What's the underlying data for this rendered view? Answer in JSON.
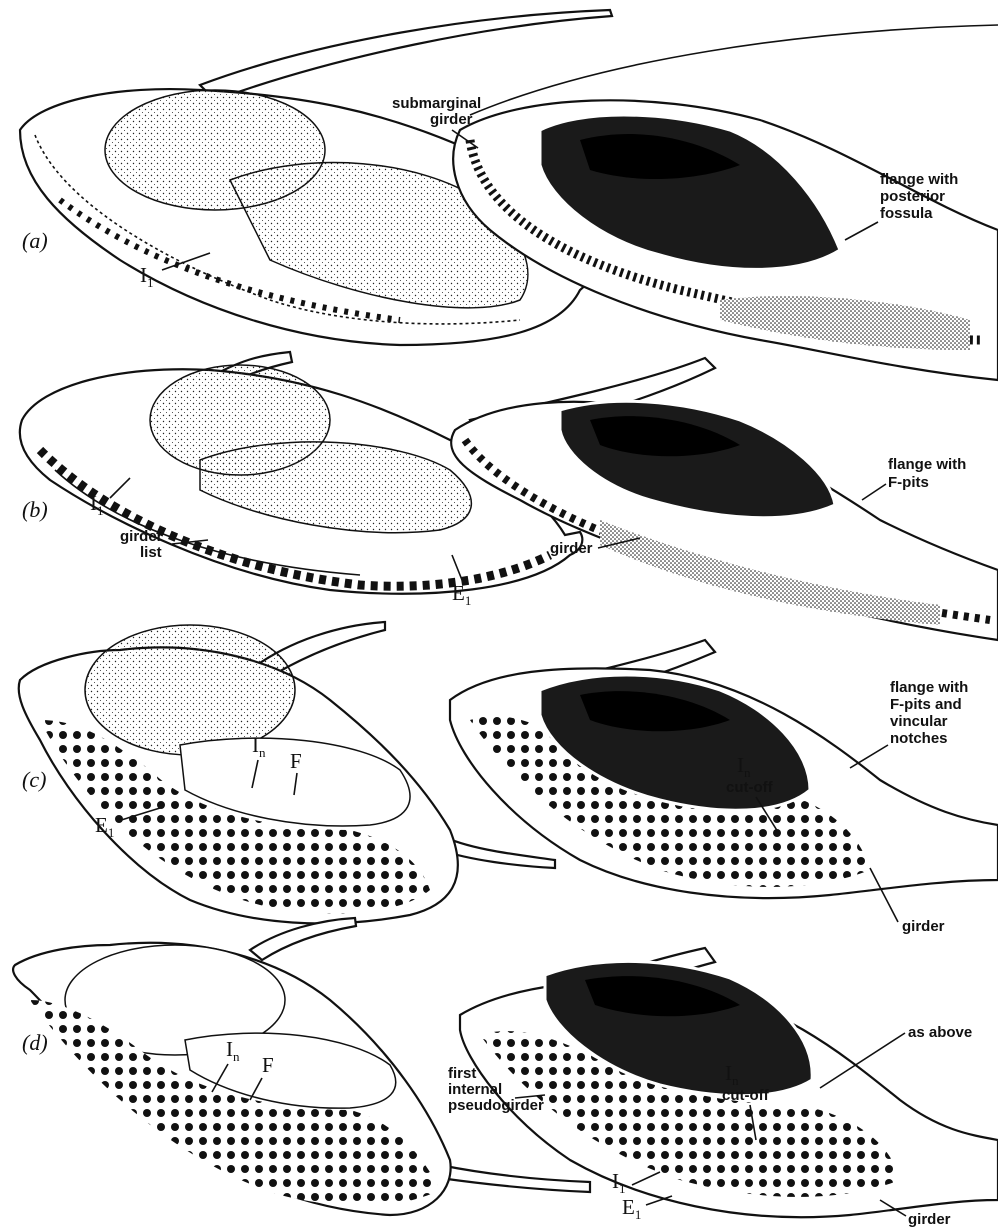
{
  "panels": {
    "a": {
      "panel_label": "(a)",
      "left_labels": {
        "i1": {
          "base": "I",
          "sub": "1"
        }
      },
      "right_labels": {
        "submarginal_girder": [
          "submarginal",
          "girder"
        ],
        "flange": [
          "flange with",
          "posterior",
          "fossula"
        ]
      }
    },
    "b": {
      "panel_label": "(b)",
      "left_labels": {
        "i1": {
          "base": "I",
          "sub": "1"
        },
        "girder_list": [
          "girder",
          "list"
        ],
        "e1": {
          "base": "E",
          "sub": "1"
        }
      },
      "right_labels": {
        "flange": [
          "flange with",
          "F-pits"
        ],
        "girder": "girder"
      }
    },
    "c": {
      "panel_label": "(c)",
      "left_labels": {
        "in": {
          "base": "I",
          "sub": "n"
        },
        "f": "F",
        "e1": {
          "base": "E",
          "sub": "1"
        }
      },
      "right_labels": {
        "flange": [
          "flange with",
          "F-pits and",
          "vincular",
          "notches"
        ],
        "in_cutoff": {
          "base": "I",
          "sub": "n",
          "text": "cut-off"
        },
        "girder": "girder"
      }
    },
    "d": {
      "panel_label": "(d)",
      "left_labels": {
        "in": {
          "base": "I",
          "sub": "n"
        },
        "f": "F"
      },
      "right_labels": {
        "as_above": "as above",
        "pseudogirder": [
          "first",
          "internal",
          "pseudogirder"
        ],
        "in_cutoff": {
          "base": "I",
          "sub": "n",
          "text": "cut-off"
        },
        "i1": {
          "base": "I",
          "sub": "1"
        },
        "e1": {
          "base": "E",
          "sub": "1"
        },
        "girder": "girder"
      }
    }
  },
  "colors": {
    "ink": "#111111",
    "paper": "#ffffff",
    "shade": "#3a3a3a"
  }
}
